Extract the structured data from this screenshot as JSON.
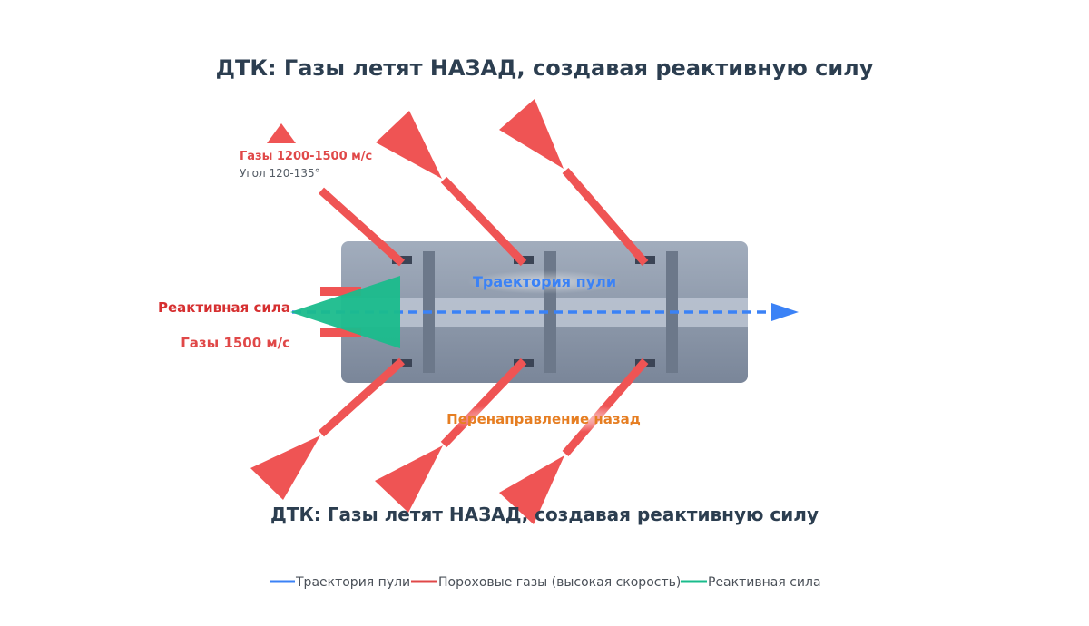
{
  "title": "ДТК: Газы летят НАЗАД, создавая реактивную силу",
  "subtitle": "ДТК: Газы летят НАЗАД, создавая реактивную силу",
  "labels": {
    "gas_speed_top": "Газы 1200-1500 м/с",
    "gas_angle": "Угол 120-135°",
    "bullet_path": "Траектория пули",
    "reactive_force": "Реактивная сила",
    "gas_speed_left": "Газы 1500 м/с",
    "redirect_back": "Перенаправление назад"
  },
  "legend": [
    {
      "label": "Траектория пули",
      "color": "#3b82f6"
    },
    {
      "label": "Пороховые газы (высокая скорость)",
      "color": "#e04848"
    },
    {
      "label": "Реактивная сила",
      "color": "#1abc8c"
    }
  ],
  "colors": {
    "gas": "#ef5454",
    "bullet": "#3b82f6",
    "reactive": "#1abc8c",
    "body_top": "#a2adbd",
    "body_bottom": "#7a8699",
    "title": "#2c3e50"
  }
}
